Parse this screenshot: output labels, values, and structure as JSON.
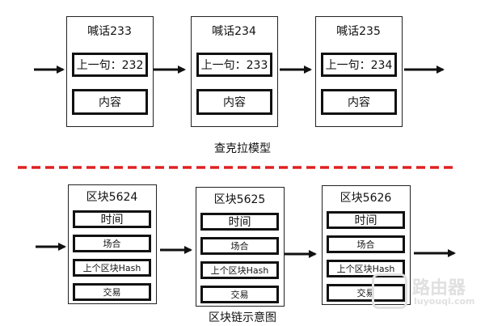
{
  "top_model": {
    "blocks": [
      {
        "title": "喊话233",
        "prev": "上一句：232",
        "content": "内容"
      },
      {
        "title": "喊话234",
        "prev": "上一句：233",
        "content": "内容"
      },
      {
        "title": "喊话235",
        "prev": "上一句：234",
        "content": "内容"
      }
    ],
    "caption": "查克拉模型"
  },
  "blockchain": {
    "blocks": [
      {
        "title": "区块5624",
        "time": "时间",
        "occasion": "场合",
        "prev_hash": "上个区块Hash",
        "trade": "交易"
      },
      {
        "title": "区块5625",
        "time": "时间",
        "occasion": "场合",
        "prev_hash": "上个区块Hash",
        "trade": "交易"
      },
      {
        "title": "区块5626",
        "time": "时间",
        "occasion": "场合",
        "prev_hash": "上个区块Hash",
        "trade": "交易"
      }
    ],
    "caption": "区块链示意图"
  },
  "watermark": {
    "title": "路由器",
    "subtitle": "luyouqi.com"
  },
  "colors": {
    "divider": "#e02020",
    "stroke": "#111111"
  }
}
